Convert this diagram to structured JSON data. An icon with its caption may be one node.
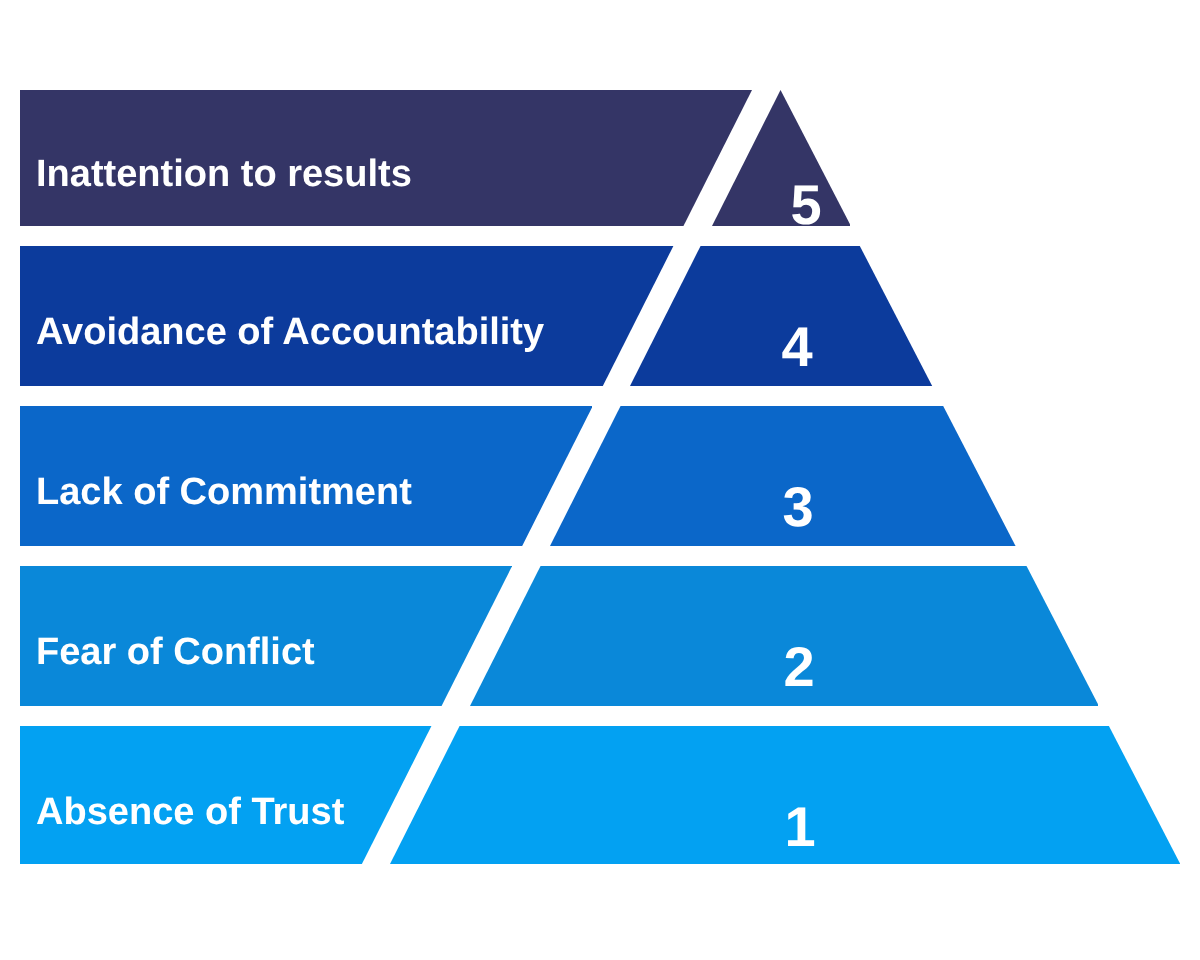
{
  "diagram": {
    "nodes": [
      {
        "text": [
          "Inattention to results"
        ]
      },
      {
        "text": [
          "5"
        ]
      },
      {
        "text": [
          "Avoidance of Accountability"
        ]
      },
      {
        "text": [
          "4"
        ]
      },
      {
        "text": [
          "Lack of Commitment"
        ]
      },
      {
        "text": [
          "3"
        ]
      },
      {
        "text": [
          "Fear of Conflict"
        ]
      },
      {
        "text": [
          "2"
        ]
      },
      {
        "text": [
          "Absence of Trust"
        ]
      },
      {
        "text": [
          "1"
        ]
      }
    ]
  }
}
